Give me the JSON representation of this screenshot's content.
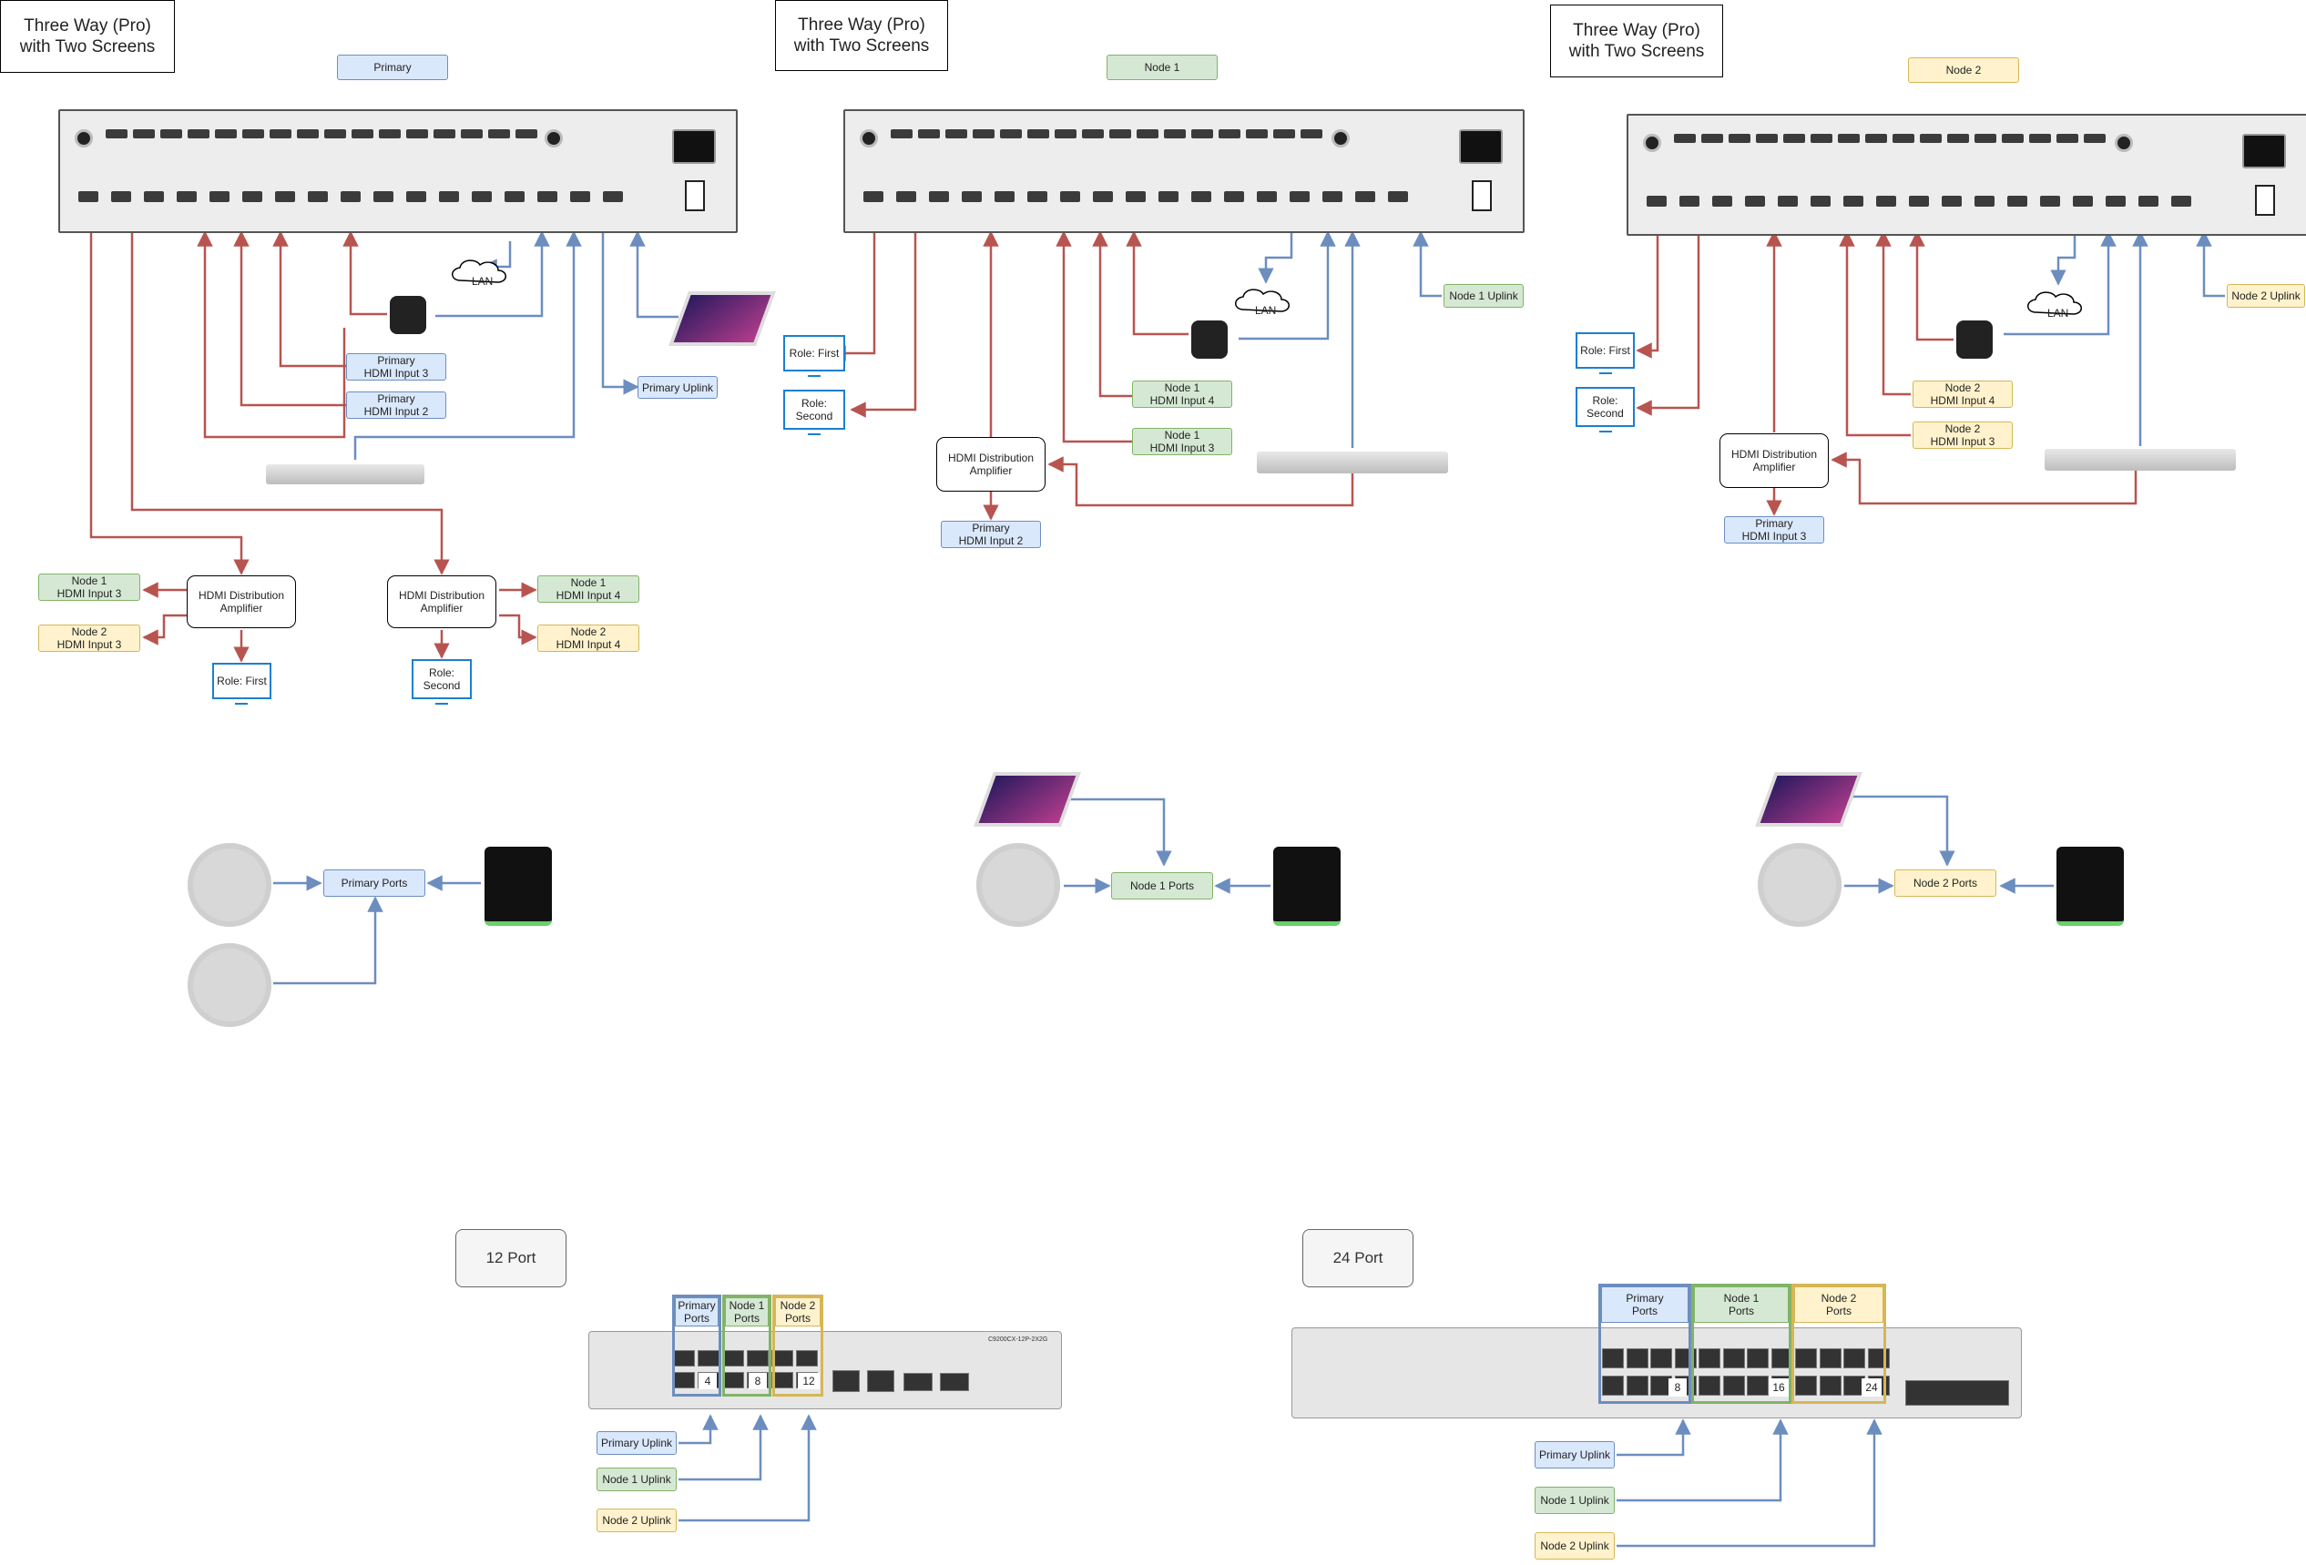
{
  "titles": {
    "col1": "Three Way (Pro)\nwith Two Screens",
    "col2": "Three Way (Pro)\nwith Two Screens",
    "col3": "Three Way (Pro)\nwith Two Screens"
  },
  "headers": {
    "primary": "Primary",
    "node1": "Node 1",
    "node2": "Node 2"
  },
  "lan": "LAN",
  "col1": {
    "hdmi3": "Primary\nHDMI Input 3",
    "hdmi2": "Primary\nHDMI Input 2",
    "uplink": "Primary Uplink",
    "amp1": "HDMI Distribution\nAmplifier",
    "amp2": "HDMI Distribution\nAmplifier",
    "n1_in3": "Node 1\nHDMI Input 3",
    "n2_in3": "Node 2\nHDMI Input 3",
    "n1_in4": "Node 1\nHDMI Input 4",
    "n2_in4": "Node 2\nHDMI Input 4",
    "role_first": "Role: First",
    "role_second": "Role:\nSecond",
    "ports": "Primary Ports"
  },
  "col2": {
    "role_first": "Role: First",
    "role_second": "Role:\nSecond",
    "uplink": "Node 1 Uplink",
    "in4": "Node 1\nHDMI Input 4",
    "in3": "Node 1\nHDMI Input 3",
    "amp": "HDMI Distribution\nAmplifier",
    "primary_in2": "Primary\nHDMI Input 2",
    "ports": "Node 1 Ports"
  },
  "col3": {
    "role_first": "Role: First",
    "role_second": "Role:\nSecond",
    "uplink": "Node 2 Uplink",
    "in4": "Node 2\nHDMI Input 4",
    "in3": "Node 2\nHDMI Input 3",
    "amp": "HDMI Distribution\nAmplifier",
    "primary_in3": "Primary\nHDMI Input 3",
    "ports": "Node 2 Ports"
  },
  "switch12": {
    "title": "12 Port",
    "model": "C9200CX-12P-2X2G",
    "groups": [
      "Primary\nPorts",
      "Node 1\nPorts",
      "Node 2\nPorts"
    ],
    "nums": [
      "4",
      "8",
      "12"
    ],
    "uplinks": [
      "Primary Uplink",
      "Node 1 Uplink",
      "Node 2 Uplink"
    ]
  },
  "switch24": {
    "title": "24 Port",
    "groups": [
      "Primary\nPorts",
      "Node 1\nPorts",
      "Node 2\nPorts"
    ],
    "nums": [
      "8",
      "16",
      "24"
    ],
    "uplinks": [
      "Primary Uplink",
      "Node 1 Uplink",
      "Node 2 Uplink"
    ]
  },
  "colors": {
    "red": "#b85450",
    "blue": "#6c8ebf",
    "role": "#1b7fd1"
  }
}
